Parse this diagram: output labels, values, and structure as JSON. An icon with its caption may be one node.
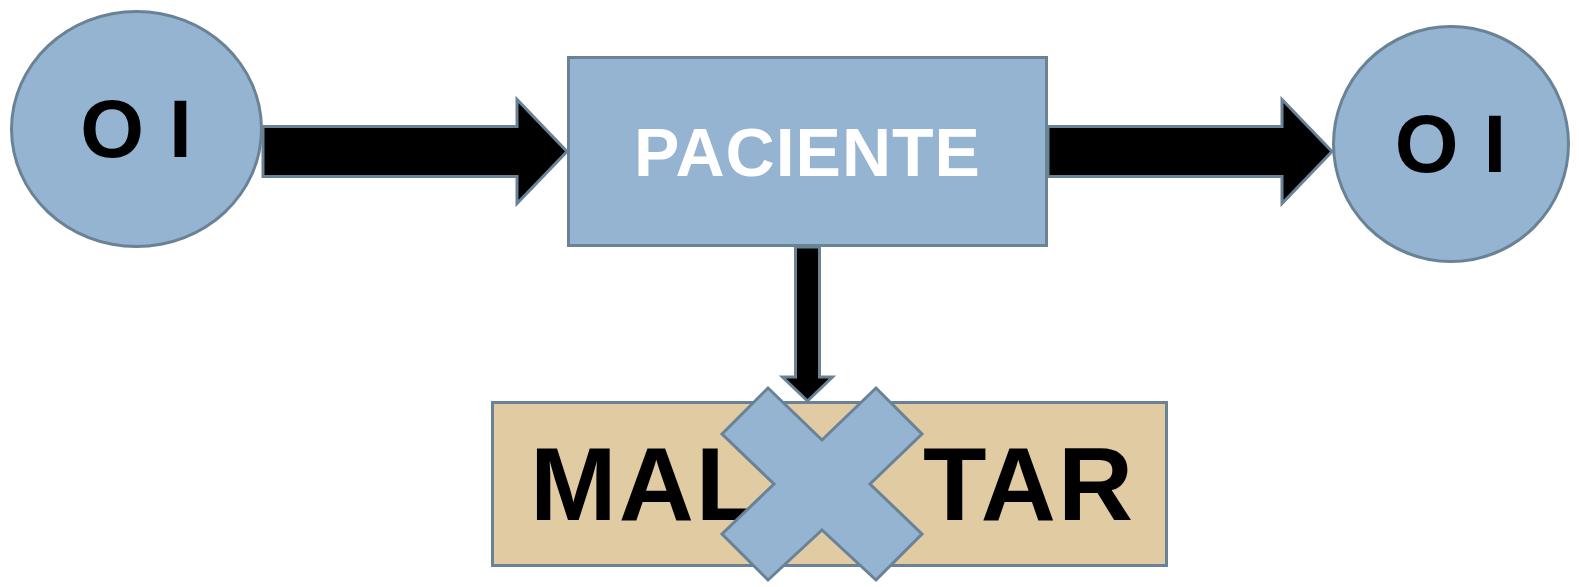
{
  "diagram": {
    "nodes": [
      {
        "text": [
          "O I"
        ]
      },
      {
        "text": [
          "PACIENTE"
        ]
      },
      {
        "text": [
          "O I"
        ]
      },
      {
        "text": [
          "MAL",
          "TAR"
        ]
      },
      {
        "text": [],
        "shape": "cross"
      }
    ],
    "edges": [
      {
        "from": 0,
        "to": 1,
        "arrow": "to"
      },
      {
        "from": 1,
        "to": 2,
        "arrow": "to"
      },
      {
        "from": 1,
        "to": 3,
        "arrow": "to"
      }
    ]
  }
}
